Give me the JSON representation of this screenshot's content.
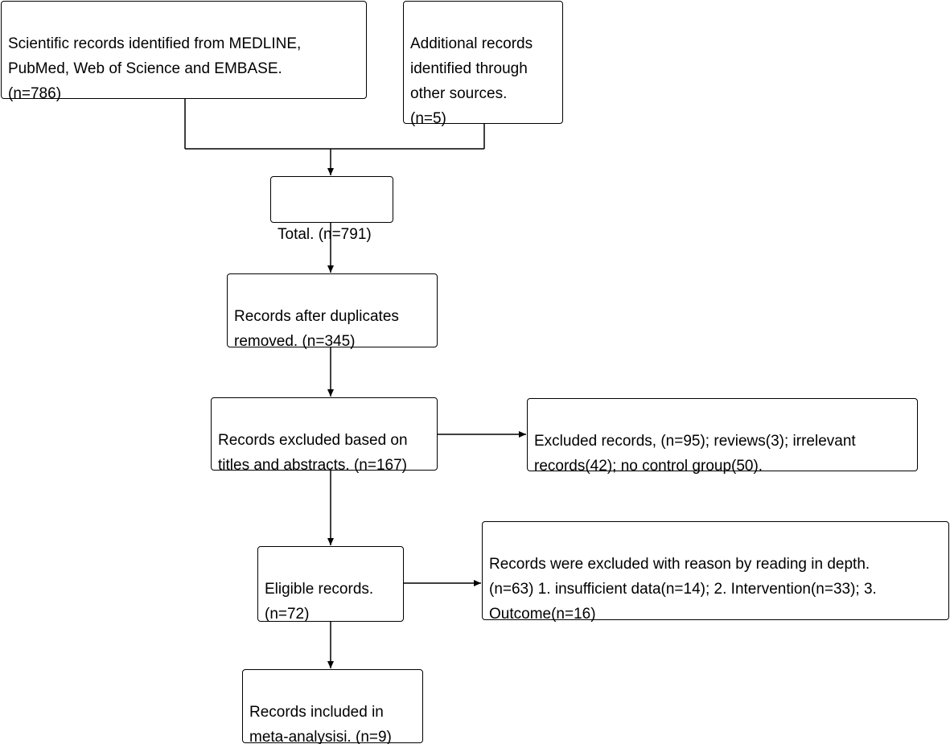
{
  "flowchart": {
    "sources": {
      "databases": "Scientific records identified from MEDLINE,\nPubMed, Web of Science and EMBASE.\n(n=786)",
      "other": "Additional records\nidentified through\nother sources.\n(n=5)"
    },
    "total": "Total. (n=791)",
    "deduplicated": "Records after duplicates\nremoved. (n=345)",
    "screened": "Records excluded based on\ntitles and abstracts. (n=167)",
    "screen_excluded": "Excluded records, (n=95); reviews(3); irrelevant\nrecords(42); no control group(50).",
    "eligible": "Eligible records.\n(n=72)",
    "eligibility_excluded": "Records were excluded with reason by reading in depth.\n(n=63) 1. insufficient data(n=14); 2. Intervention(n=33); 3.\nOutcome(n=16)",
    "included": "Records included in\nmeta-analysisi. (n=9)"
  },
  "colors": {
    "line": "#000000",
    "box_border": "#000000",
    "background": "#ffffff"
  }
}
